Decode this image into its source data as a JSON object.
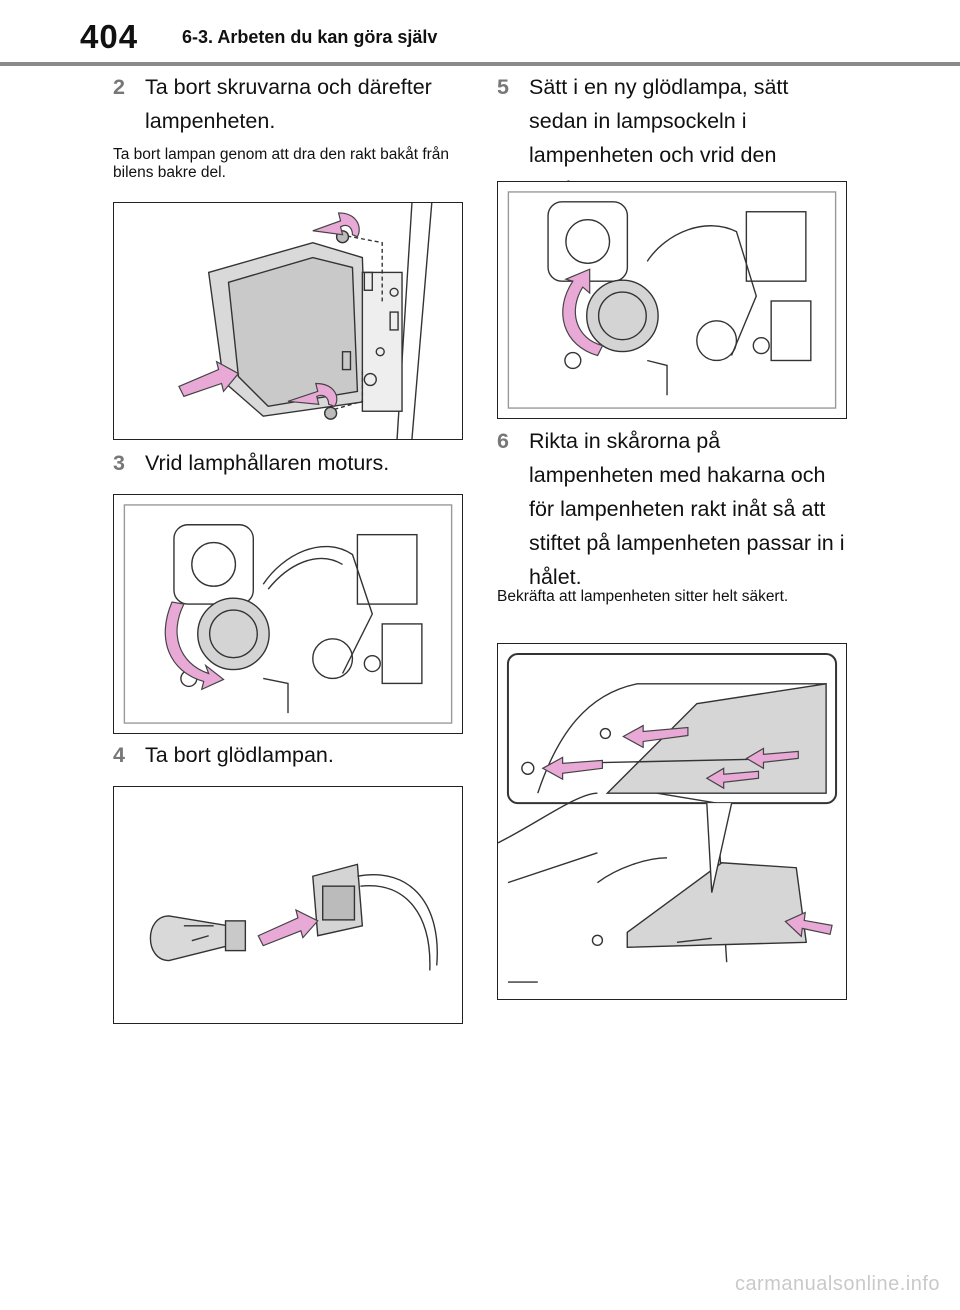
{
  "header": {
    "page_number": "404",
    "section_title": "6-3. Arbeten du kan göra själv"
  },
  "left_column": {
    "step2": {
      "number": "2",
      "text": "Ta bort skruvarna och därefter lampenheten.",
      "note": "Ta bort lampan genom att dra den rakt bakåt från bilens bakre del."
    },
    "step3": {
      "number": "3",
      "text": "Vrid lamphållaren moturs."
    },
    "step4": {
      "number": "4",
      "text": "Ta bort glödlampan."
    }
  },
  "right_column": {
    "step5": {
      "number": "5",
      "text": "Sätt i en ny glödlampa, sätt sedan in lampsockeln i lampenheten och vrid den medurs."
    },
    "step6": {
      "number": "6",
      "text": "Rikta in skårorna på lampenheten med hakarna och för lampenheten rakt inåt så att stiftet på lampenheten passar in i hålet.",
      "note": "Bekräfta att lampenheten sitter helt säkert."
    }
  },
  "colors": {
    "arrow_pink": "#e8a9d6",
    "header_rule": "#8a8a8a",
    "step_number": "#777777"
  },
  "watermark": "carmanualsonline.info"
}
